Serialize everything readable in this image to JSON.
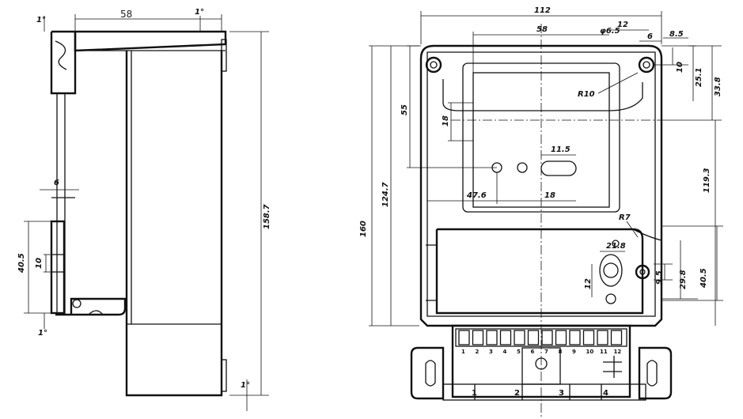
{
  "side_view": {
    "width_top": "58",
    "angle_top_left": "1°",
    "angle_top_right": "1°",
    "angle_bottom_left": "1°",
    "angle_bottom_right": "1°",
    "height": "158.7",
    "flange": "6",
    "slot_height": "40.5",
    "slot_inner": "10"
  },
  "front_view": {
    "overall_width": "112",
    "overall_height": "160",
    "height_124": "124.7",
    "height_119": "119.3",
    "window_width": "58",
    "window_height": "18",
    "height_55": "55",
    "offset_12": "12",
    "offset_6": "6",
    "dia_6_5": "φ6.5",
    "dia_8_5": "8.5",
    "off_10": "10",
    "off_25": "25.1",
    "off_33": "33.8",
    "radius_10": "R10",
    "radius_7": "R7",
    "led_w": "11.5",
    "led_x": "47.6",
    "led_18": "18",
    "dim_21_8": "21.8",
    "dim_12": "12",
    "dim_9_5": "9.5",
    "dim_29_8": "29.8",
    "dim_40_5": "40.5",
    "terminal_groups": [
      "1",
      "2",
      "3",
      "4"
    ],
    "terminal_numbers": [
      "1",
      "2",
      "3",
      "4",
      "5",
      "6",
      "7",
      "8",
      "9",
      "10",
      "11",
      "12"
    ]
  }
}
